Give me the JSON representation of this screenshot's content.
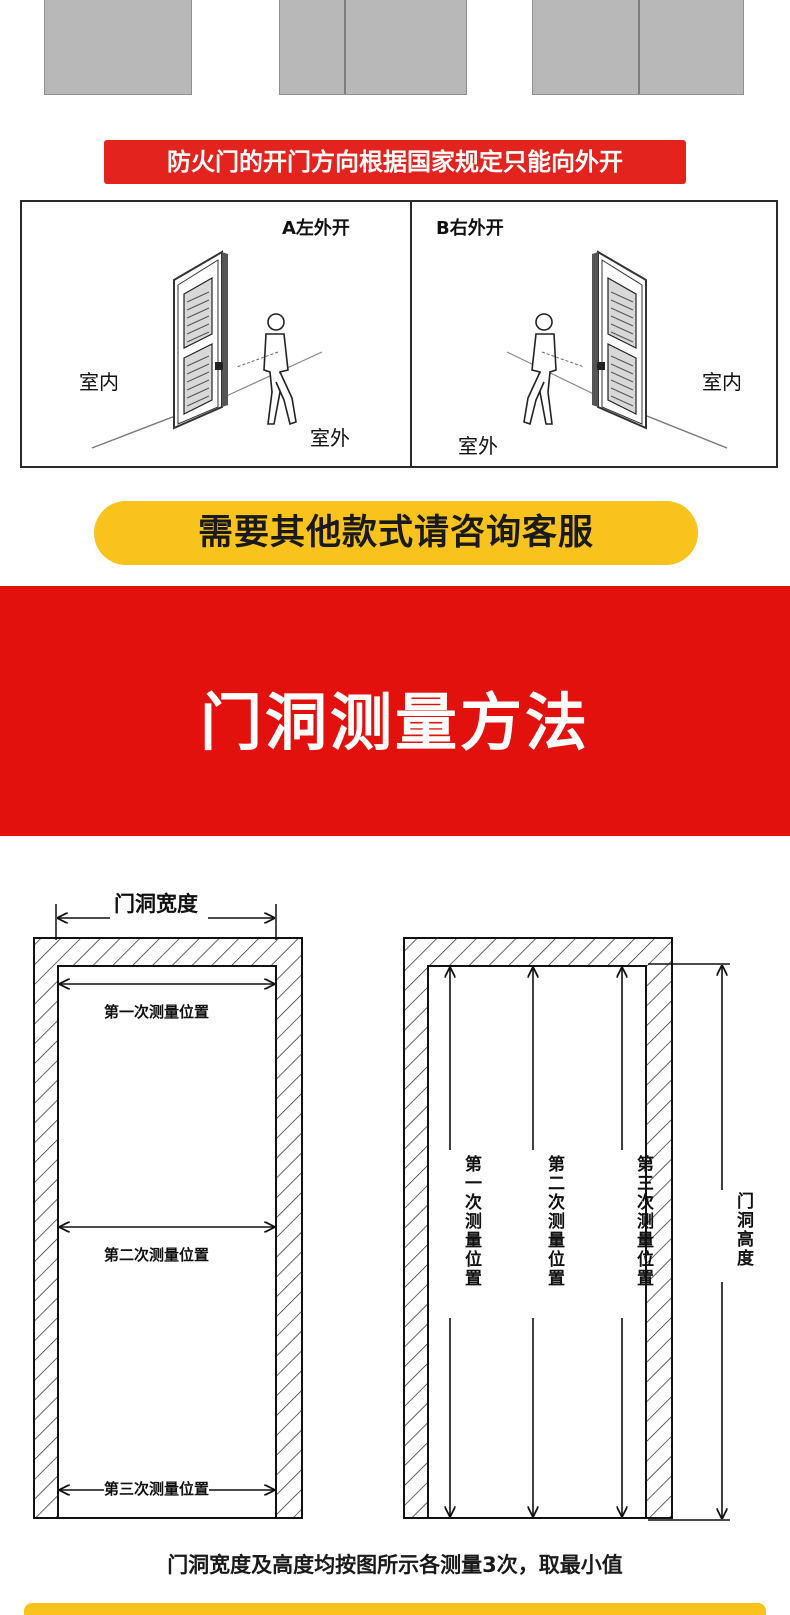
{
  "top_notice": "防火门的开门方向根据国家规定只能向外开",
  "door_diagram": {
    "left": {
      "title": "A左外开",
      "indoor": "室内",
      "outdoor": "室外"
    },
    "right": {
      "title": "B右外开",
      "indoor": "室内",
      "outdoor": "室外"
    }
  },
  "contact_banner": "需要其他款式请咨询客服",
  "section_title": "门洞测量方法",
  "measure": {
    "width_title": "门洞宽度",
    "width_positions": [
      "第一次测量位置",
      "第二次测量位置",
      "第三次测量位置"
    ],
    "height_positions": [
      "第一次测量位置",
      "第二次测量位置",
      "第三次测量位置"
    ],
    "height_title": "门洞高度"
  },
  "caption": "门洞宽度及高度均按图所示各测量3次，取最小值",
  "colors": {
    "accent_red": "#e3110e",
    "note_red": "#e3231e",
    "accent_yellow": "#f8c31c"
  }
}
